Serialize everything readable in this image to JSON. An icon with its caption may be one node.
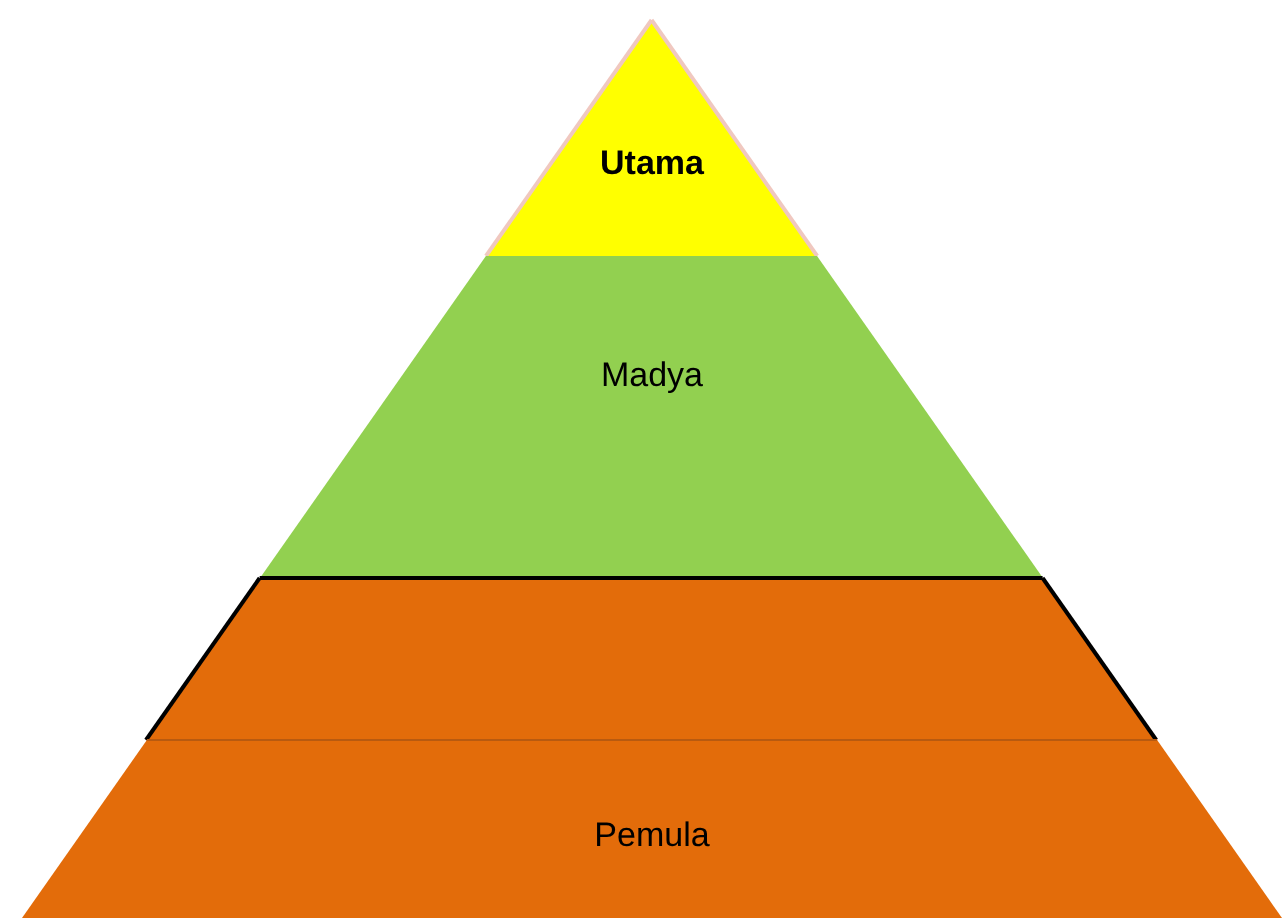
{
  "diagram": {
    "nodes": [
      {
        "text": [
          "Utama"
        ]
      },
      {
        "text": [
          "Madya"
        ]
      },
      {
        "text": [],
        "shape": "band"
      },
      {
        "text": [
          "Pemula"
        ]
      }
    ]
  }
}
